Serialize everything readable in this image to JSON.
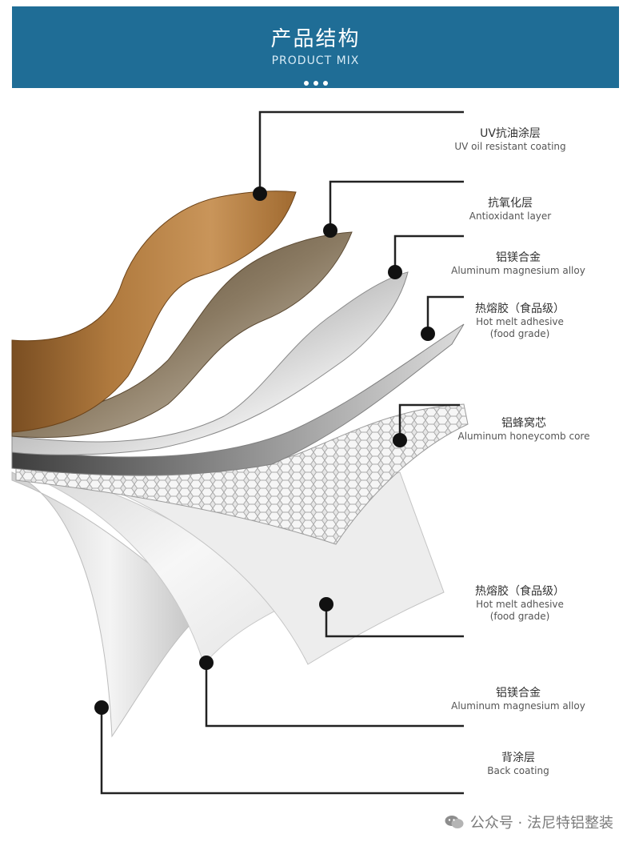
{
  "header": {
    "title": "产品结构",
    "subtitle": "PRODUCT MIX"
  },
  "layers": [
    {
      "cn": "UV抗油涂层",
      "en": "UV oil resistant coating"
    },
    {
      "cn": "抗氧化层",
      "en": "Antioxidant layer"
    },
    {
      "cn": "铝镁合金",
      "en": "Aluminum magnesium alloy"
    },
    {
      "cn": "热熔胶（食品级）",
      "en": "Hot melt adhesive",
      "en2": "(food grade)"
    },
    {
      "cn": "铝蜂窝芯",
      "en": "Aluminum honeycomb core"
    },
    {
      "cn": "热熔胶（食品级）",
      "en": "Hot melt adhesive",
      "en2": "(food grade)"
    },
    {
      "cn": "铝镁合金",
      "en": "Aluminum magnesium alloy"
    },
    {
      "cn": "背涂层",
      "en": "Back coating"
    }
  ],
  "watermark": {
    "icon": "wechat-icon",
    "text": "公众号 · 法尼特铝整装"
  },
  "colors": {
    "banner": "#1f6d96",
    "wood": "#b07a3e",
    "callout": "#222222"
  }
}
